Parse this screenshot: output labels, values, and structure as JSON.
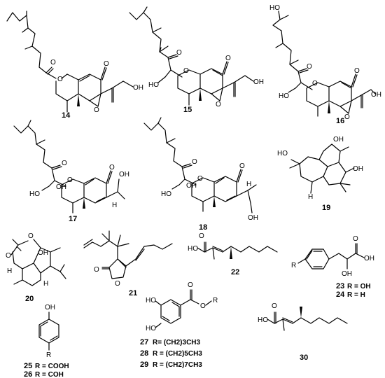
{
  "compound_ids": {
    "c14": "14",
    "c15": "15",
    "c16": "16",
    "c17": "17",
    "c18": "18",
    "c19": "19",
    "c20": "20",
    "c21": "21",
    "c22": "22",
    "c23": "23",
    "c24": "24",
    "c25": "25",
    "c26": "26",
    "c27": "27",
    "c28": "28",
    "c29": "29",
    "c30": "30"
  },
  "atom_labels": {
    "O": "O",
    "OH": "OH",
    "HO": "HO",
    "H": "H",
    "R": "R",
    "OR": "O",
    "Rsuffix": "R"
  },
  "substituents": {
    "r23": "R = OH",
    "r24": "R = H",
    "r25": "R = COOH",
    "r26": "R = COH",
    "r27": "R= (CH2)3CH3",
    "r28": "R = (CH2)5CH3",
    "r29": "R = (CH2)7CH3"
  }
}
